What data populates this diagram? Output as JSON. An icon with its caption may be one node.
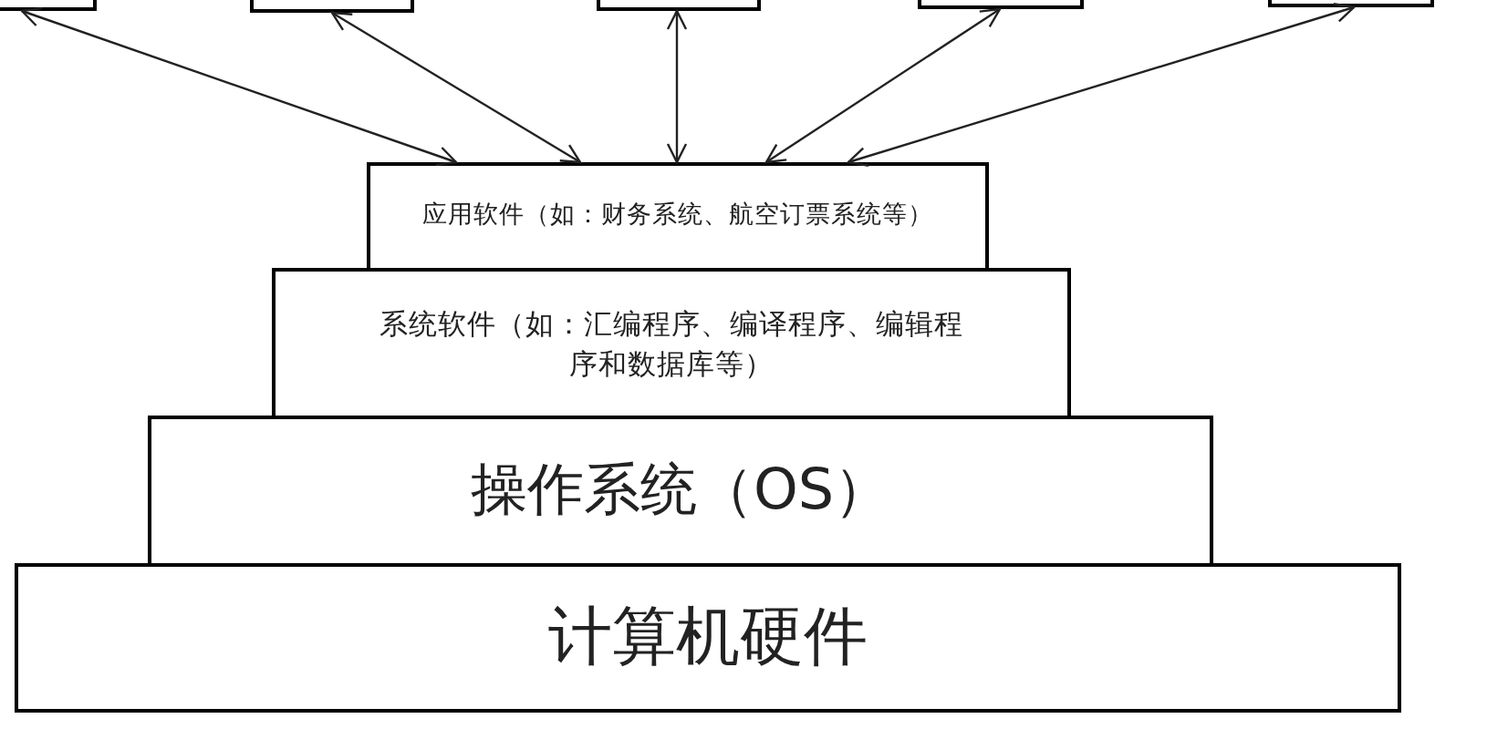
{
  "diagram": {
    "nodes": [
      {
        "text": [],
        "shape": "box"
      },
      {
        "text": [],
        "shape": "box"
      },
      {
        "text": [],
        "shape": "box"
      },
      {
        "text": [],
        "shape": "box"
      },
      {
        "text": [],
        "shape": "box"
      },
      {
        "text": [
          "应用软件（如：财务系统、航空订票系统等）"
        ]
      },
      {
        "text": [
          "系统软件（如：汇编程序、编译程序、编辑程序和数据库等）"
        ]
      },
      {
        "text": [
          "操作系统（OS）"
        ]
      },
      {
        "text": [
          "计算机硬件"
        ]
      }
    ],
    "edges": [
      {
        "from": 0,
        "to": 5,
        "arrow": "both"
      },
      {
        "from": 1,
        "to": 5,
        "arrow": "both"
      },
      {
        "from": 2,
        "to": 5,
        "arrow": "both"
      },
      {
        "from": 3,
        "to": 5,
        "arrow": "both"
      },
      {
        "from": 4,
        "to": 5,
        "arrow": "both"
      }
    ]
  }
}
